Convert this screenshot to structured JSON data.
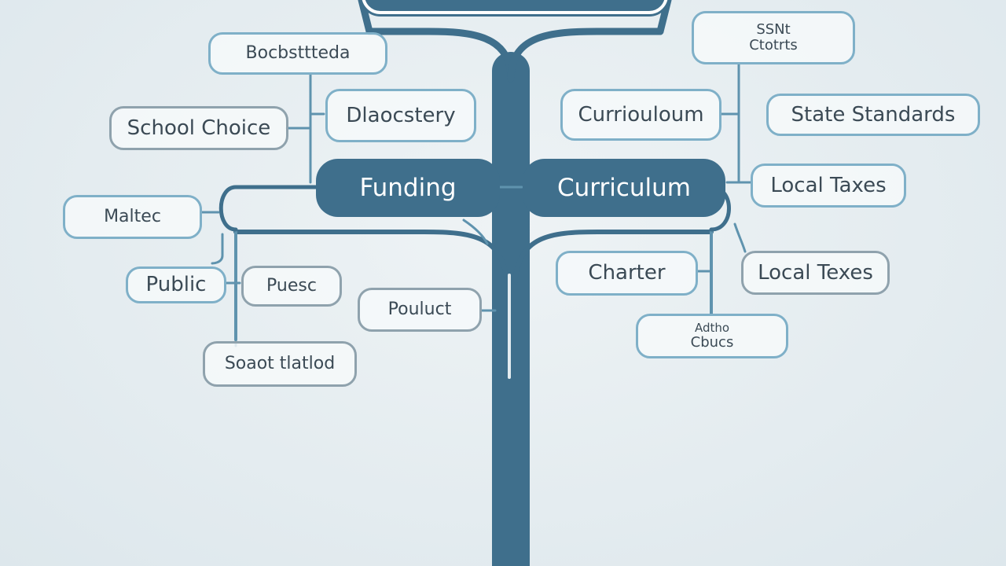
{
  "colors": {
    "trunk": "#3f6f8c",
    "connector_light": "#6fa6c2",
    "node_border": "#7fb0c8",
    "node_border_grey": "#8fa2ad",
    "node_text": "#3b4a55",
    "dark_node_fill": "#3f6f8c",
    "background": "#e4ecf0"
  },
  "nodes": {
    "top": "",
    "funding": "Funding",
    "curriculum_main": "Curriculum",
    "bocbsttteda": "Bocbsttteda",
    "school_choice": "School Choice",
    "dlaocstery": "Dlaocstery",
    "maltec": "Maltec",
    "public": "Public",
    "puesc": "Puesc",
    "pouluct": "Pouluct",
    "soaot_tlatlod": "Soaot tlatlod",
    "ssn_line1": "SSNt",
    "ssn_line2": "Ctotrts",
    "curriouloum": "Curriouloum",
    "state_standards": "State Standards",
    "local_taxes": "Local Taxes",
    "charter": "Charter",
    "local_texes": "Local Texes",
    "adtho_line1": "Adtho",
    "adtho_line2": "Cbucs"
  }
}
